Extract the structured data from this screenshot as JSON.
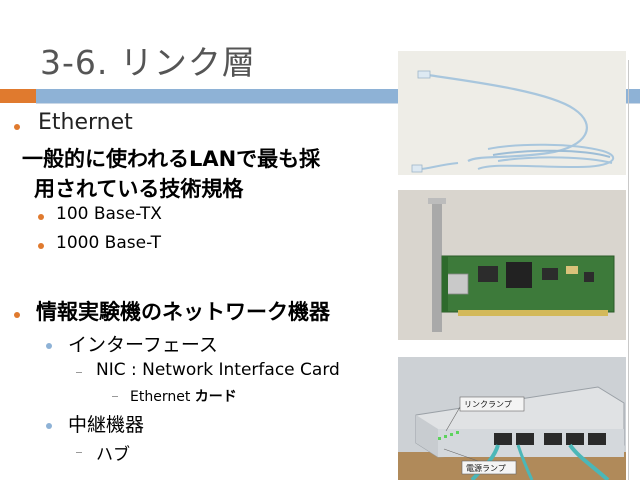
{
  "title": "3-6. リンク層",
  "bullets": {
    "ethernet": "Ethernet",
    "ethernet_desc_line1": "一般的に使われるLANで最も採",
    "ethernet_desc_line2": "用されている技術規格",
    "sub1": "100 Base-TX",
    "sub2": "1000 Base-T",
    "devices": "情報実験機のネットワーク機器",
    "interface": "インターフェース",
    "nic": "NIC : Network Interface Card",
    "ethernet_card_a": "Ethernet",
    "ethernet_card_b": "カード",
    "relay": "中継機器",
    "hub": "ハブ"
  },
  "photos": {
    "hub_label_link": "リンクランプ",
    "hub_label_power": "電源ランプ"
  },
  "colors": {
    "accent_orange": "#e07a2e",
    "accent_blue": "#8eb2d6",
    "title_gray": "#555555"
  }
}
